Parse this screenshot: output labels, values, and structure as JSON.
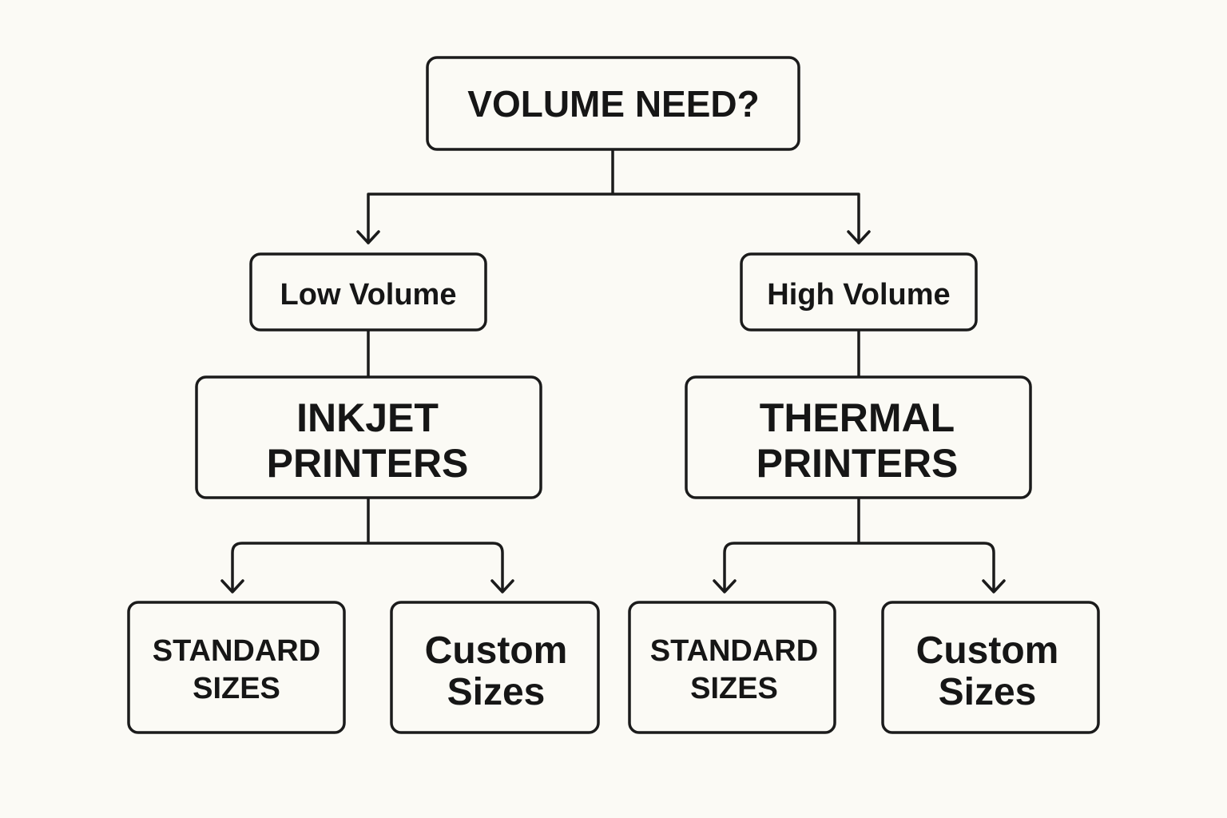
{
  "diagram": {
    "root": {
      "label": "VOLUME NEED?"
    },
    "left": {
      "branch": "Low Volume",
      "type_line1": "INKJET",
      "type_line2": "PRINTERS",
      "standard_line1": "STANDARD",
      "standard_line2": "SIZES",
      "custom_line1": "Custom",
      "custom_line2": "Sizes"
    },
    "right": {
      "branch": "High Volume",
      "type_line1": "THERMAL",
      "type_line2": "PRINTERS",
      "standard_line1": "STANDARD",
      "standard_line2": "SIZES",
      "custom_line1": "Custom",
      "custom_line2": "Sizes"
    },
    "colors": {
      "background": "#fbfaf5",
      "stroke": "#1b1b1b",
      "text": "#161616"
    }
  }
}
